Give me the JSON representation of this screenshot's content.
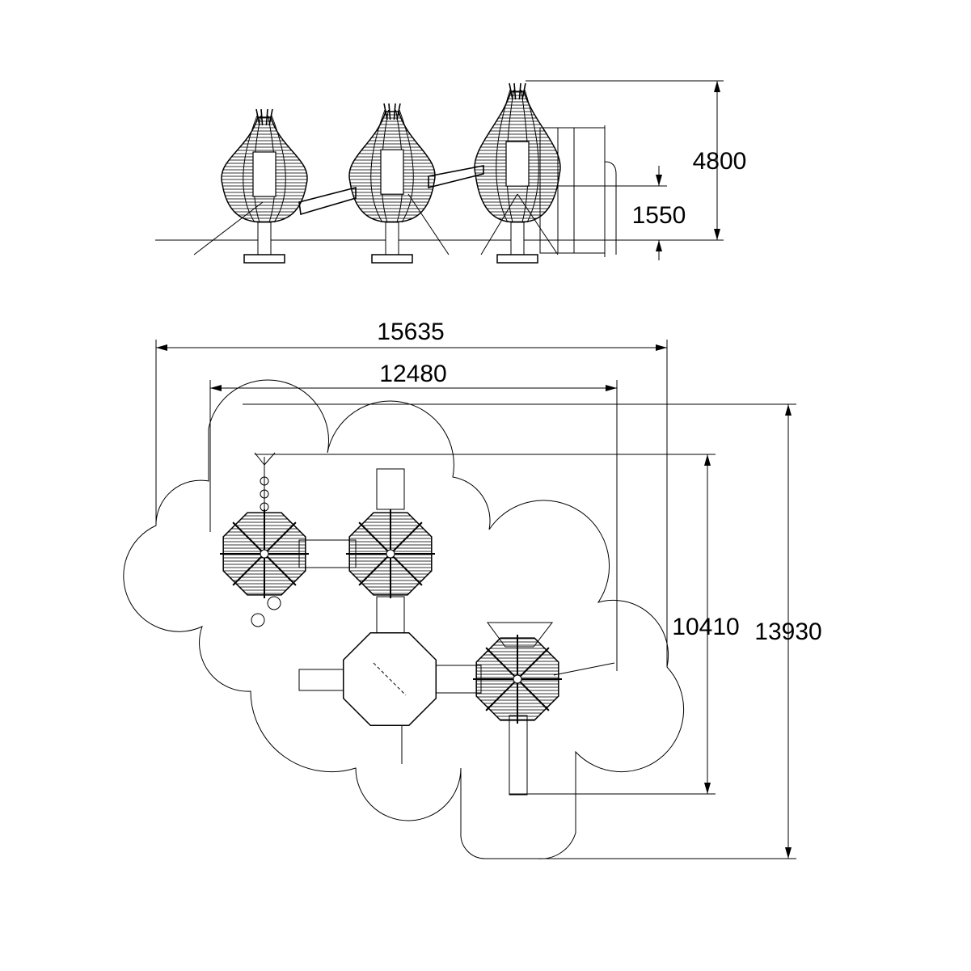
{
  "elevation": {
    "dimensions": {
      "total_height": "4800",
      "platform_height": "1550"
    }
  },
  "plan": {
    "dimensions": {
      "overall_width": "15635",
      "equipment_width": "12480",
      "equipment_depth": "10410",
      "overall_depth": "13930"
    }
  },
  "colors": {
    "line": "#000000",
    "background": "#ffffff"
  }
}
